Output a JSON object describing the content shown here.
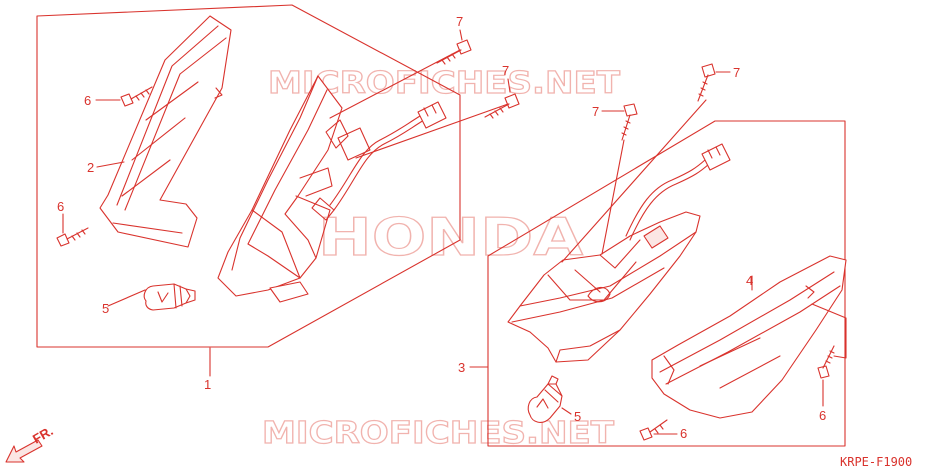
{
  "watermarks": {
    "top": "MICROFICHES.NET",
    "brand": "HONDA",
    "bottom": "MICROFICHES.NET"
  },
  "callouts": {
    "c1": "1",
    "c2": "2",
    "c3": "3",
    "c4": "4",
    "c5a": "5",
    "c5b": "5",
    "c6a": "6",
    "c6b": "6",
    "c6c": "6",
    "c6d": "6",
    "c7a": "7",
    "c7b": "7",
    "c7c": "7",
    "c7d": "7"
  },
  "direction_label": "FR.",
  "diagram_code": "KRPE-F1900",
  "colors": {
    "line": "#d9332d",
    "watermark": "#f1b3ae",
    "background": "#ffffff"
  }
}
